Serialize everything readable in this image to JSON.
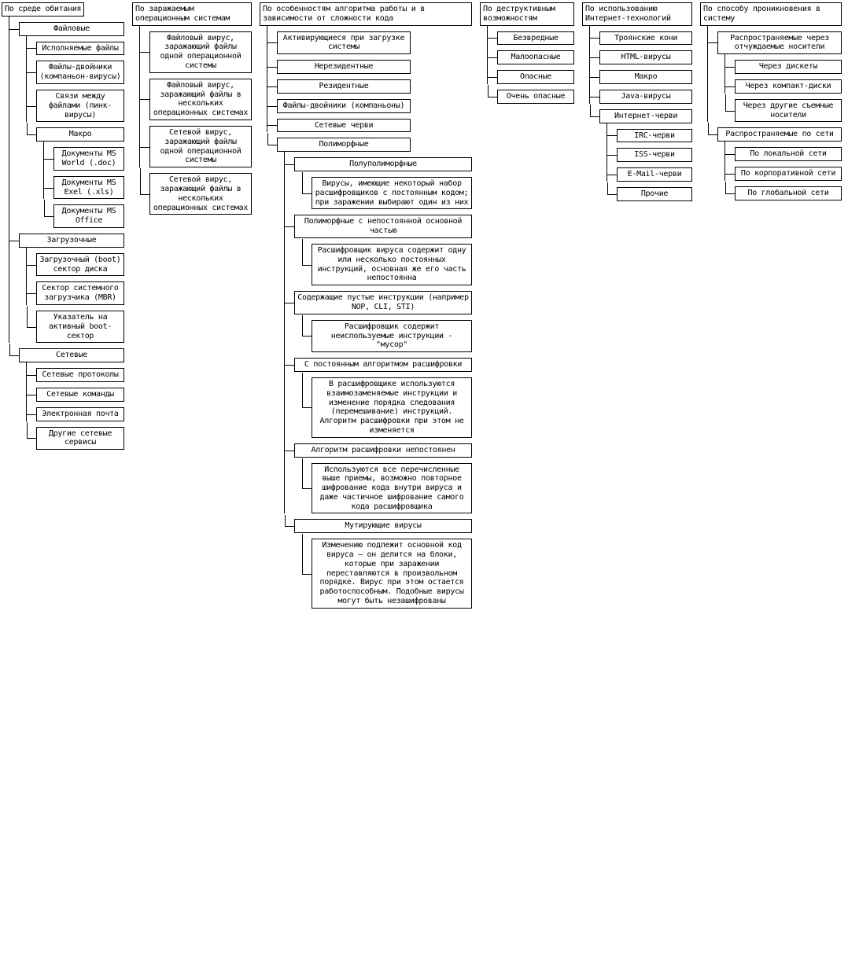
{
  "columns": [
    {
      "root": "По среде обитания",
      "nodes": [
        {
          "label": "Файловые",
          "children": [
            {
              "label": "Исполняемые файлы"
            },
            {
              "label": "Файлы-двойники (компаньон-вирусы)"
            },
            {
              "label": "Связи между файлами (линк-вирусы)"
            },
            {
              "label": "Макро",
              "children": [
                {
                  "label": "Документы MS World (.doc)"
                },
                {
                  "label": "Документы MS Exel (.xls)"
                },
                {
                  "label": "Документы MS Office"
                }
              ]
            }
          ]
        },
        {
          "label": "Загрузочные",
          "children": [
            {
              "label": "Загрузочный (boot) сектор диска"
            },
            {
              "label": "Сектор системного загрузчика (MBR)"
            },
            {
              "label": "Указатель на активный boot-сектор"
            }
          ]
        },
        {
          "label": "Сетевые",
          "children": [
            {
              "label": "Сетевые протоколы"
            },
            {
              "label": "Сетевые команды"
            },
            {
              "label": "Электронная почта"
            },
            {
              "label": "Другие сетевые сервисы"
            }
          ]
        }
      ]
    },
    {
      "root": "По заражаемым операционным системам",
      "nodes": [
        {
          "label": "Файловый вирус, заражающий файлы одной операционной системы"
        },
        {
          "label": "Файловый вирус, заражающий файлы в нескольких операционных системах"
        },
        {
          "label": "Сетевой вирус, заражающий файлы одной операционной системы"
        },
        {
          "label": "Сетевой вирус, заражающий файлы в нескольких операционных системах"
        }
      ]
    },
    {
      "root": "По особенностям алгоритма работы и в зависимости от сложности кода",
      "nodes": [
        {
          "label": "Активирующиеся при загрузке системы"
        },
        {
          "label": "Нерезидентные"
        },
        {
          "label": "Резидентные"
        },
        {
          "label": "Файлы-двойники (компаньоны)"
        },
        {
          "label": "Сетевые черви"
        },
        {
          "label": "Полиморфные",
          "children": [
            {
              "label": "Полуполиморфные",
              "children": [
                {
                  "label": "Вирусы, имеющие некоторый набор расшифровщиков с постоянным кодом; при заражении выбирают один из них"
                }
              ]
            },
            {
              "label": "Полиморфные с непостоянной основной частью",
              "children": [
                {
                  "label": "Расшифровщик вируса содержит одну или несколько постоянных инструкций, основная же его часть непостоянна"
                }
              ]
            },
            {
              "label": "Содержащие пустые инструкции (например NOP, CLI, STI)",
              "children": [
                {
                  "label": "Расшифровщик содержит неиспользуемые инструкции - \"мусор\""
                }
              ]
            },
            {
              "label": "С постоянным алгоритмом расшифровки",
              "children": [
                {
                  "label": "В расшифровщике используются взаимозаменяемые инструкции и изменение порядка следования (перемешивание) инструкций. Алгоритм расшифровки при этом не изменяется"
                }
              ]
            },
            {
              "label": "Алгоритм расшифровки непостоянен",
              "children": [
                {
                  "label": "Используются все перечисленные выше приемы, возможно повторное шифрование кода внутри вируса и даже частичное шифрование самого кода расшифровщика"
                }
              ]
            },
            {
              "label": "Мутирующие вирусы",
              "children": [
                {
                  "label": "Изменению подлежит основной код вируса – он делится на блоки, которые при заражении переставляются в произвольном порядке. Вирус при этом остается работоспособным. Подобные вирусы могут быть незашифрованы"
                }
              ]
            }
          ]
        }
      ]
    },
    {
      "root": "По деструктивным возможностям",
      "nodes": [
        {
          "label": "Безвредные"
        },
        {
          "label": "Малоопасные"
        },
        {
          "label": "Опасные"
        },
        {
          "label": "Очень опасные"
        }
      ]
    },
    {
      "root": "По использованию Интернет-технологий",
      "nodes": [
        {
          "label": "Троянские кони"
        },
        {
          "label": "HTML-вирусы"
        },
        {
          "label": "Макро"
        },
        {
          "label": "Java-вирусы"
        },
        {
          "label": "Интернет-черви",
          "children": [
            {
              "label": "IRC-черви"
            },
            {
              "label": "ISS-черви"
            },
            {
              "label": "E-Mail-черви"
            },
            {
              "label": "Прочие"
            }
          ]
        }
      ]
    },
    {
      "root": "По способу проникновения в систему",
      "nodes": [
        {
          "label": "Распространяемые через отчуждаемые носители",
          "children": [
            {
              "label": "Через дискеты"
            },
            {
              "label": "Через компакт-диски"
            },
            {
              "label": "Через другие съемные носители"
            }
          ]
        },
        {
          "label": "Распространяемые по сети",
          "children": [
            {
              "label": "По локальной сети"
            },
            {
              "label": "По корпоративной сети"
            },
            {
              "label": "По глобальной сети"
            }
          ]
        }
      ]
    }
  ]
}
